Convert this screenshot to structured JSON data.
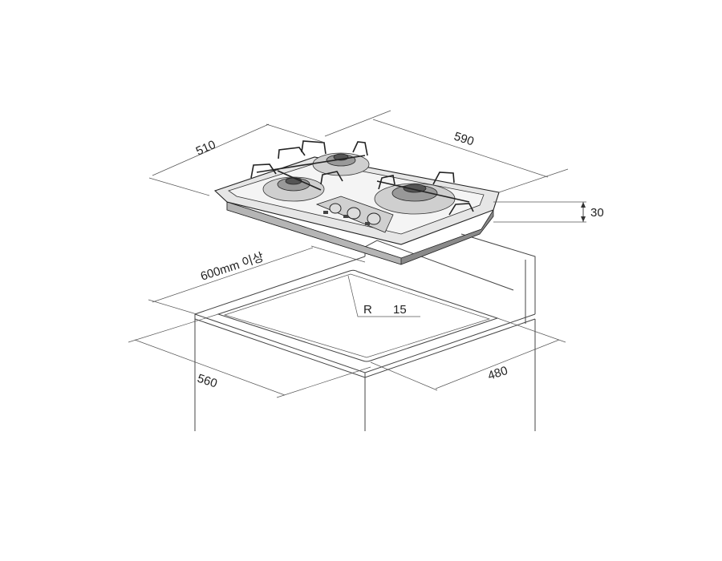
{
  "dimensions": {
    "hob_depth": "510",
    "hob_width": "590",
    "hob_height": "30",
    "min_clearance": "600mm 이상",
    "corner_radius_prefix": "R",
    "corner_radius_value": "15",
    "cutout_depth": "560",
    "cutout_width": "480"
  },
  "colors": {
    "line": "#333333",
    "hob_fill": "#d9d9d9",
    "hob_dark": "#555555",
    "background": "#ffffff"
  }
}
